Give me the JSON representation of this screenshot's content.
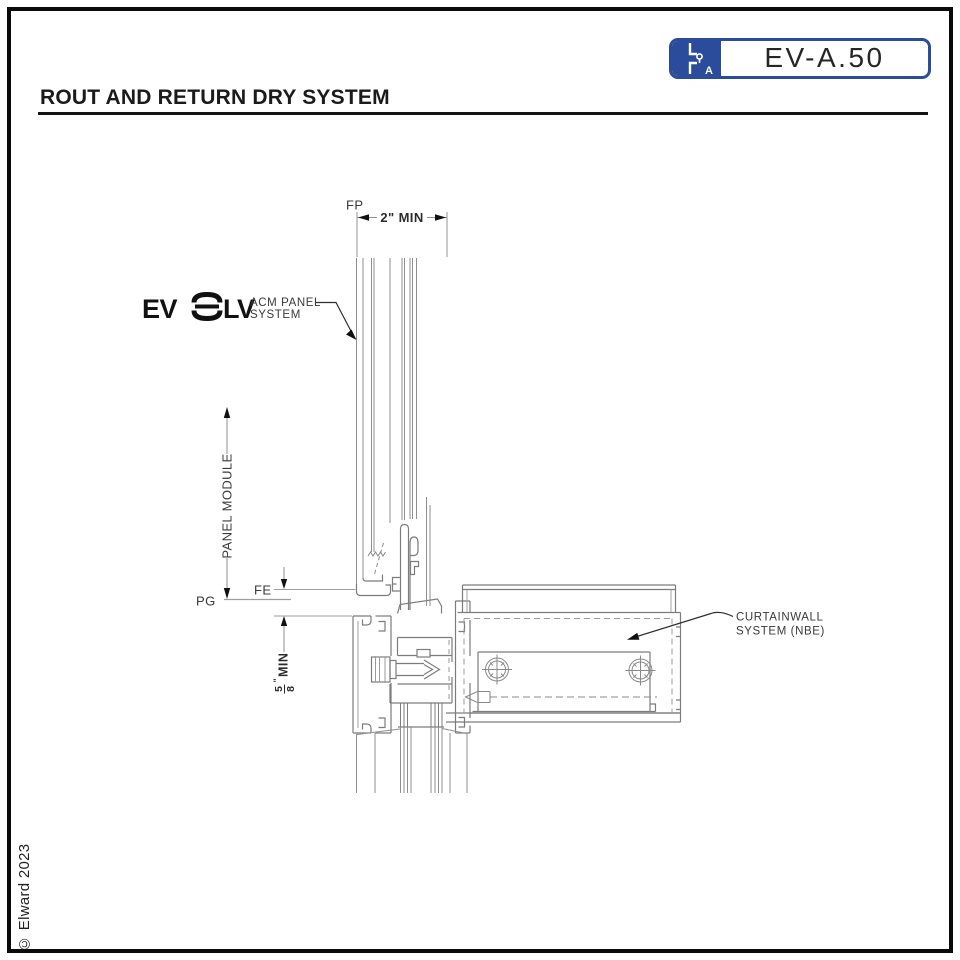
{
  "badge": {
    "code": "EV-A.50",
    "icon_letter": "A"
  },
  "title": "ROUT AND RETURN DRY SYSTEM",
  "copyright": "© Elward 2023",
  "logo": {
    "left": "EV",
    "right": "LV",
    "callout_line1": "ACM PANEL",
    "callout_line2": "SYSTEM"
  },
  "callouts": {
    "curtainwall_line1": "CURTAINWALL",
    "curtainwall_line2": "SYSTEM  (NBE)"
  },
  "dimensions": {
    "fp": "FP",
    "panel_return": "2\" MIN",
    "panel_module": "PANEL MODULE",
    "fe": "FE",
    "pg": "PG",
    "gap_numerator": "5",
    "gap_denominator": "8",
    "gap_inch_mark": "\"",
    "gap_unit": "MIN"
  },
  "colors": {
    "badge_blue": "#2a4c9b",
    "line_gray": "#8f8f8f",
    "profile_gray": "#7c7c7c",
    "ink": "#1f1f1f"
  }
}
